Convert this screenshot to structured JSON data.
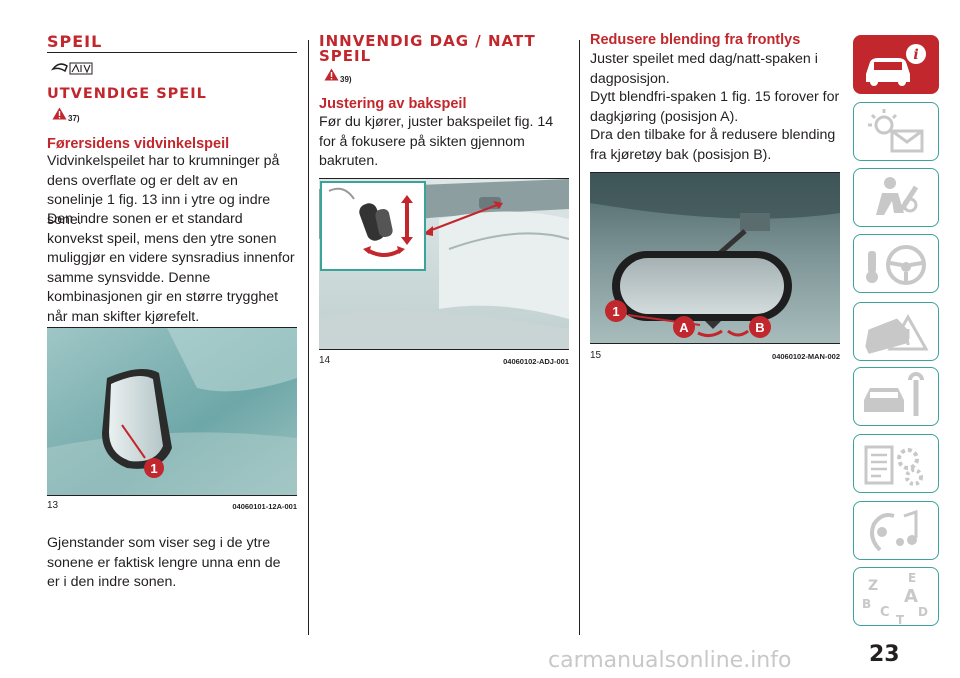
{
  "col1": {
    "title": "SPEIL",
    "subtitle": "UTVENDIGE SPEIL",
    "warning_ref": "37)",
    "heading": "Førersidens vidvinkelspeil",
    "para1": "Vidvinkelspeilet har to krumninger på dens overflate og er delt av en sonelinje 1 fig. 13 inn i ytre og indre sone.",
    "para2": "Den indre sonen er et standard konvekst speil, mens den ytre sonen muliggjør en videre synsradius innenfor samme synsvidde. Denne kombinasjonen gir en større trygghet når man skifter kjørefelt.",
    "fig_num": "13",
    "fig_code": "04060101-12A-001",
    "fig_callout": "1",
    "para3": "Gjenstander som viser seg i de ytre sonene er faktisk lengre unna enn de er i den indre sonen."
  },
  "col2": {
    "title": "INNVENDIG DAG / NATT SPEIL",
    "warning_ref": "39)",
    "heading": "Justering av bakspeil",
    "para1": "Før du kjører, juster bakspeilet fig. 14 for å fokusere på sikten gjennom bakruten.",
    "fig_num": "14",
    "fig_code": "04060102-ADJ-001"
  },
  "col3": {
    "heading": "Redusere blending fra frontlys",
    "para1": "Juster speilet med dag/natt-spaken i dagposisjon.",
    "para2": "Dytt blendfri-spaken 1 fig. 15 forover for dagkjøring (posisjon A).",
    "para3": "Dra den tilbake for å redusere blending fra kjøretøy bak (posisjon B).",
    "fig_num": "15",
    "fig_code": "04060102-MAN-002",
    "callout_1": "1",
    "callout_a": "A",
    "callout_b": "B"
  },
  "tabs": [
    {
      "icon": "car-info-icon",
      "active": true
    },
    {
      "icon": "warning-lights-icon",
      "active": false
    },
    {
      "icon": "airbag-seat-icon",
      "active": false
    },
    {
      "icon": "steering-wheel-icon",
      "active": false
    },
    {
      "icon": "breakdown-icon",
      "active": false
    },
    {
      "icon": "car-service-icon",
      "active": false
    },
    {
      "icon": "specifications-icon",
      "active": false
    },
    {
      "icon": "multimedia-icon",
      "active": false
    },
    {
      "icon": "index-letters-icon",
      "active": false
    }
  ],
  "index_letters": [
    "Z",
    "E",
    "B",
    "A",
    "C",
    "D",
    "T"
  ],
  "page_number": "23",
  "watermark": "carmanualsonline.info",
  "colors": {
    "accent": "#c1272d",
    "tab_border": "#3aa39a",
    "text": "#231f20"
  }
}
